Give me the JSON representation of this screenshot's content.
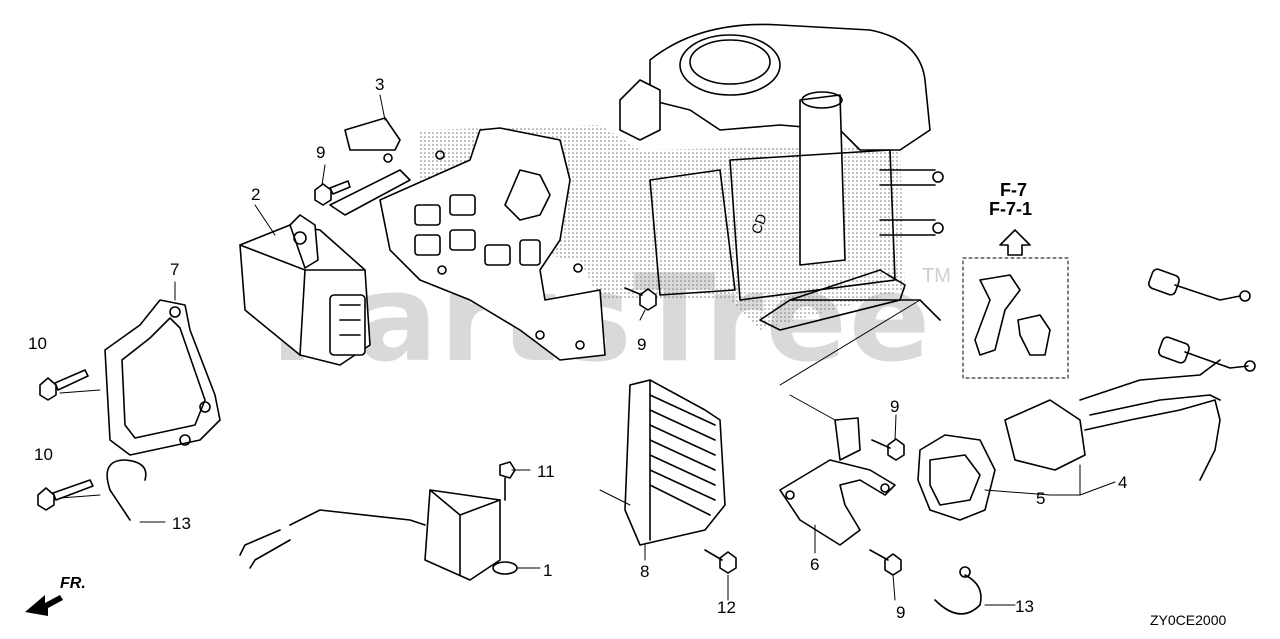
{
  "watermark": "PartsTree",
  "trademark": "TM",
  "diagram_code": "ZY0CE2000",
  "reference": {
    "line1": "F-7",
    "line2": "F-7-1"
  },
  "front_label": "FR.",
  "callouts": [
    {
      "id": "c1",
      "text": "1"
    },
    {
      "id": "c2",
      "text": "2"
    },
    {
      "id": "c3",
      "text": "3"
    },
    {
      "id": "c4",
      "text": "4"
    },
    {
      "id": "c5",
      "text": "5"
    },
    {
      "id": "c6",
      "text": "6"
    },
    {
      "id": "c7",
      "text": "7"
    },
    {
      "id": "c8",
      "text": "8"
    },
    {
      "id": "c9a",
      "text": "9"
    },
    {
      "id": "c9b",
      "text": "9"
    },
    {
      "id": "c9c",
      "text": "9"
    },
    {
      "id": "c9d",
      "text": "9"
    },
    {
      "id": "c10a",
      "text": "10"
    },
    {
      "id": "c10b",
      "text": "10"
    },
    {
      "id": "c11",
      "text": "11"
    },
    {
      "id": "c12",
      "text": "12"
    },
    {
      "id": "c13a",
      "text": "13"
    },
    {
      "id": "c13b",
      "text": "13"
    }
  ]
}
